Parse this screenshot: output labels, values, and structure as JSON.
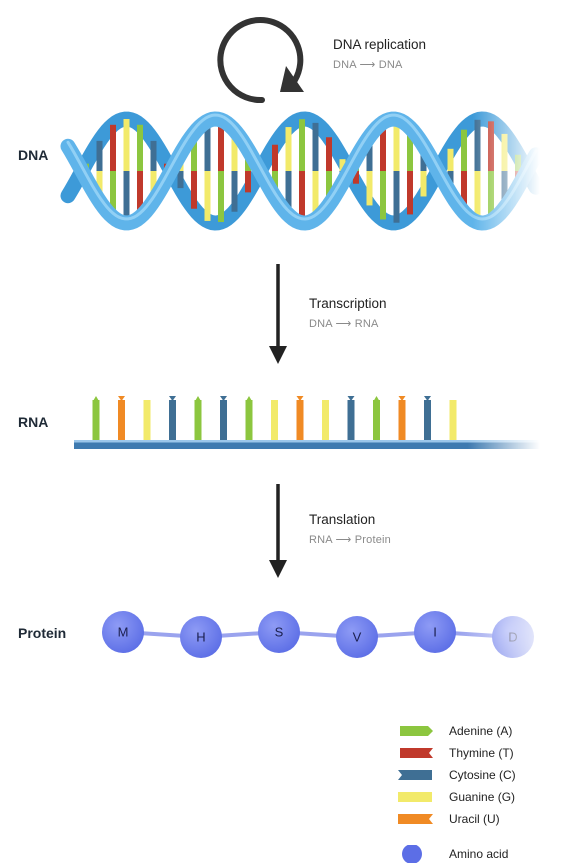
{
  "rows": {
    "dna": "DNA",
    "rna": "RNA",
    "protein": "Protein"
  },
  "steps": {
    "replication": {
      "title": "DNA replication",
      "from": "DNA",
      "to": "DNA"
    },
    "transcription": {
      "title": "Transcription",
      "from": "DNA",
      "to": "RNA"
    },
    "translation": {
      "title": "Translation",
      "from": "RNA",
      "to": "Protein"
    }
  },
  "arrow_glyph": "⟶",
  "rna_strand": [
    "A",
    "U",
    "G",
    "C",
    "A",
    "C",
    "A",
    "G",
    "U",
    "G",
    "C",
    "A",
    "U",
    "C",
    "G"
  ],
  "protein_chain": [
    "M",
    "H",
    "S",
    "V",
    "I",
    "D"
  ],
  "colors": {
    "adenine": "#8cc63f",
    "thymine": "#c0392b",
    "cytosine": "#3f6f94",
    "guanine": "#f2ea6a",
    "uracil": "#f08a24",
    "amino_acid": "#5c6ee6",
    "backbone": "#5fb4ea",
    "rna_backbone": "#3e7ab0"
  },
  "legend": [
    {
      "key": "adenine",
      "label": "Adenine (A)"
    },
    {
      "key": "thymine",
      "label": "Thymine (T)"
    },
    {
      "key": "cytosine",
      "label": "Cytosine (C)"
    },
    {
      "key": "guanine",
      "label": "Guanine (G)"
    },
    {
      "key": "uracil",
      "label": "Uracil (U)"
    },
    {
      "key": "amino_acid",
      "label": "Amino acid"
    }
  ]
}
